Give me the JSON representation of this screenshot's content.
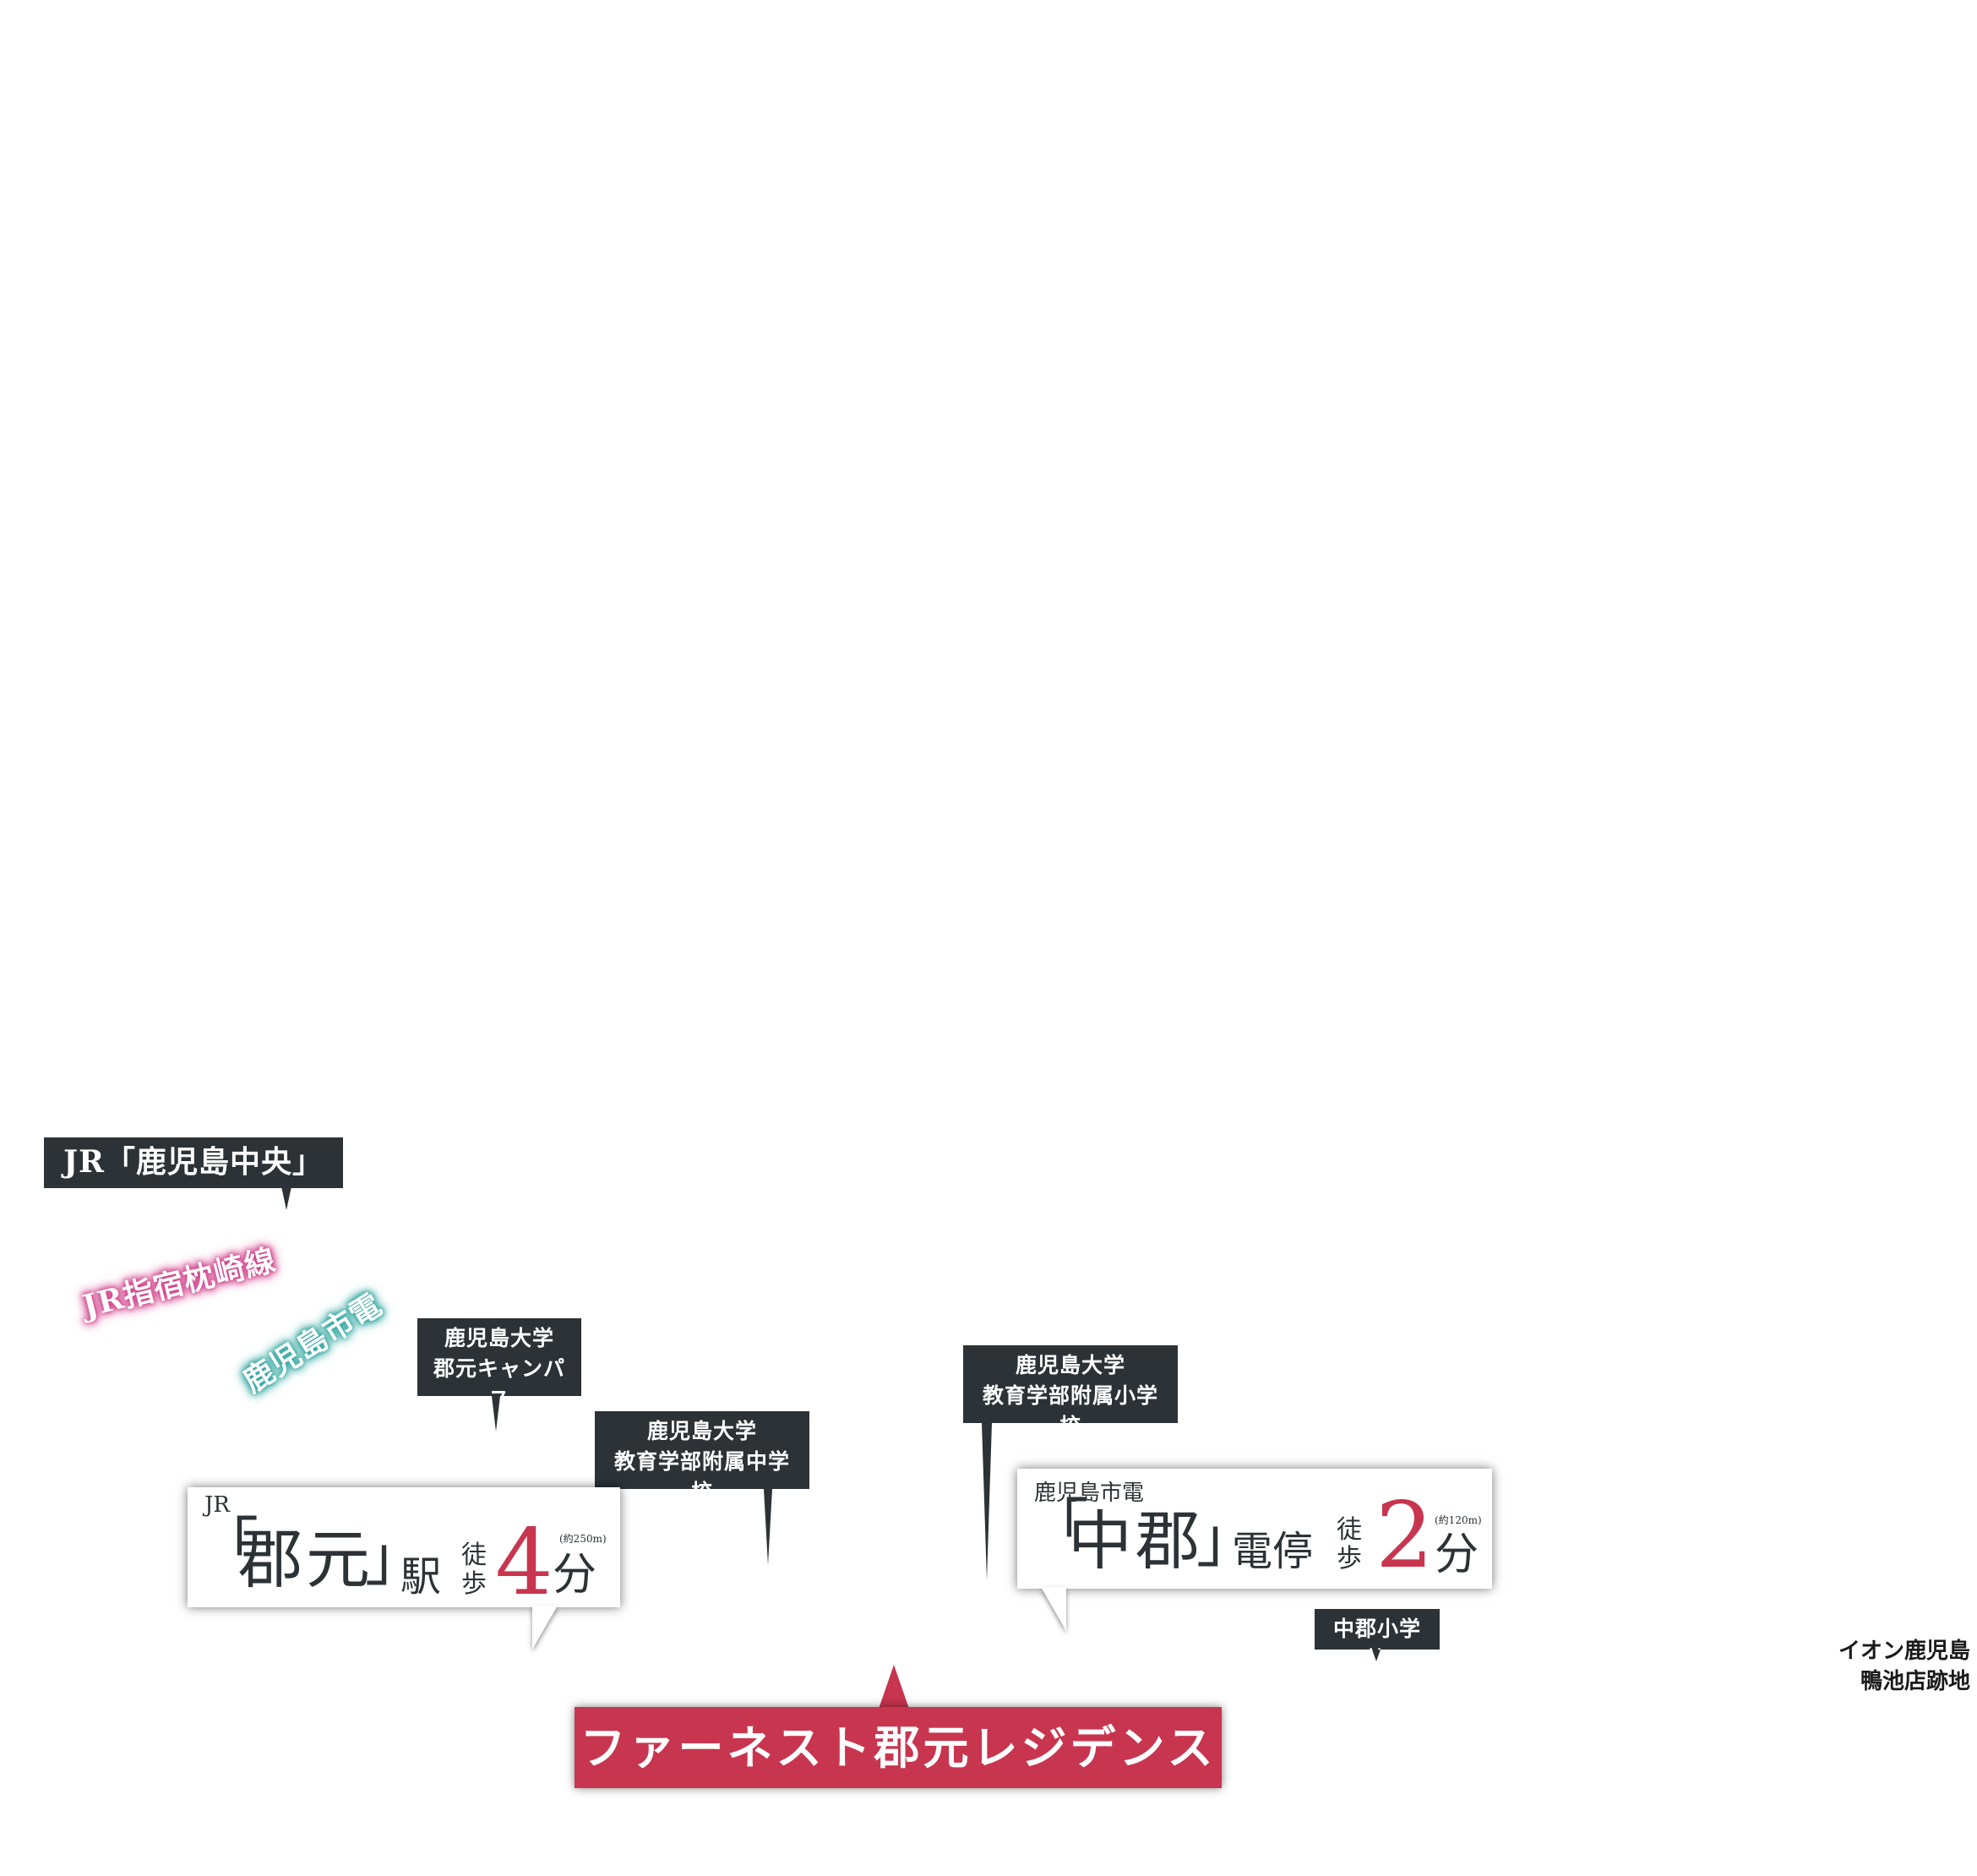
{
  "labels": {
    "kagoshima_chuo": "JR「鹿児島中央」駅",
    "kodai_korimoto": [
      "鹿児島大学",
      "郡元キャンパス"
    ],
    "fuzoku_chu": [
      "鹿児島大学",
      "教育学部附属中学校"
    ],
    "fuzoku_sho": [
      "鹿児島大学",
      "教育学部附属小学校"
    ],
    "chugori_sho": "中郡小学校",
    "aeon": [
      "イオン鹿児島",
      "鴨池店跡地"
    ]
  },
  "routes": {
    "jr_line": "JR指宿枕崎線",
    "tram_line": "鹿児島市電"
  },
  "callouts": {
    "jr_station": {
      "pre": "JR",
      "open": "「",
      "name": "郡元",
      "close": "」",
      "suffix": "駅",
      "walk": [
        "徒",
        "歩"
      ],
      "minutes": "4",
      "distance": "(約250m)",
      "unit": "分"
    },
    "tram_stop": {
      "pre": "鹿児島市電",
      "open": "「",
      "name": "中郡",
      "close": "」",
      "suffix": "電停",
      "walk": [
        "徒",
        "歩"
      ],
      "minutes": "2",
      "distance": "(約120m)",
      "unit": "分"
    }
  },
  "property": {
    "name": "ファーネスト郡元レジデンス"
  },
  "colors": {
    "tag_bg": "#2c3236",
    "accent": "#c8354f",
    "jr_route": "#d2458d",
    "tram_route": "#35a8a2"
  }
}
